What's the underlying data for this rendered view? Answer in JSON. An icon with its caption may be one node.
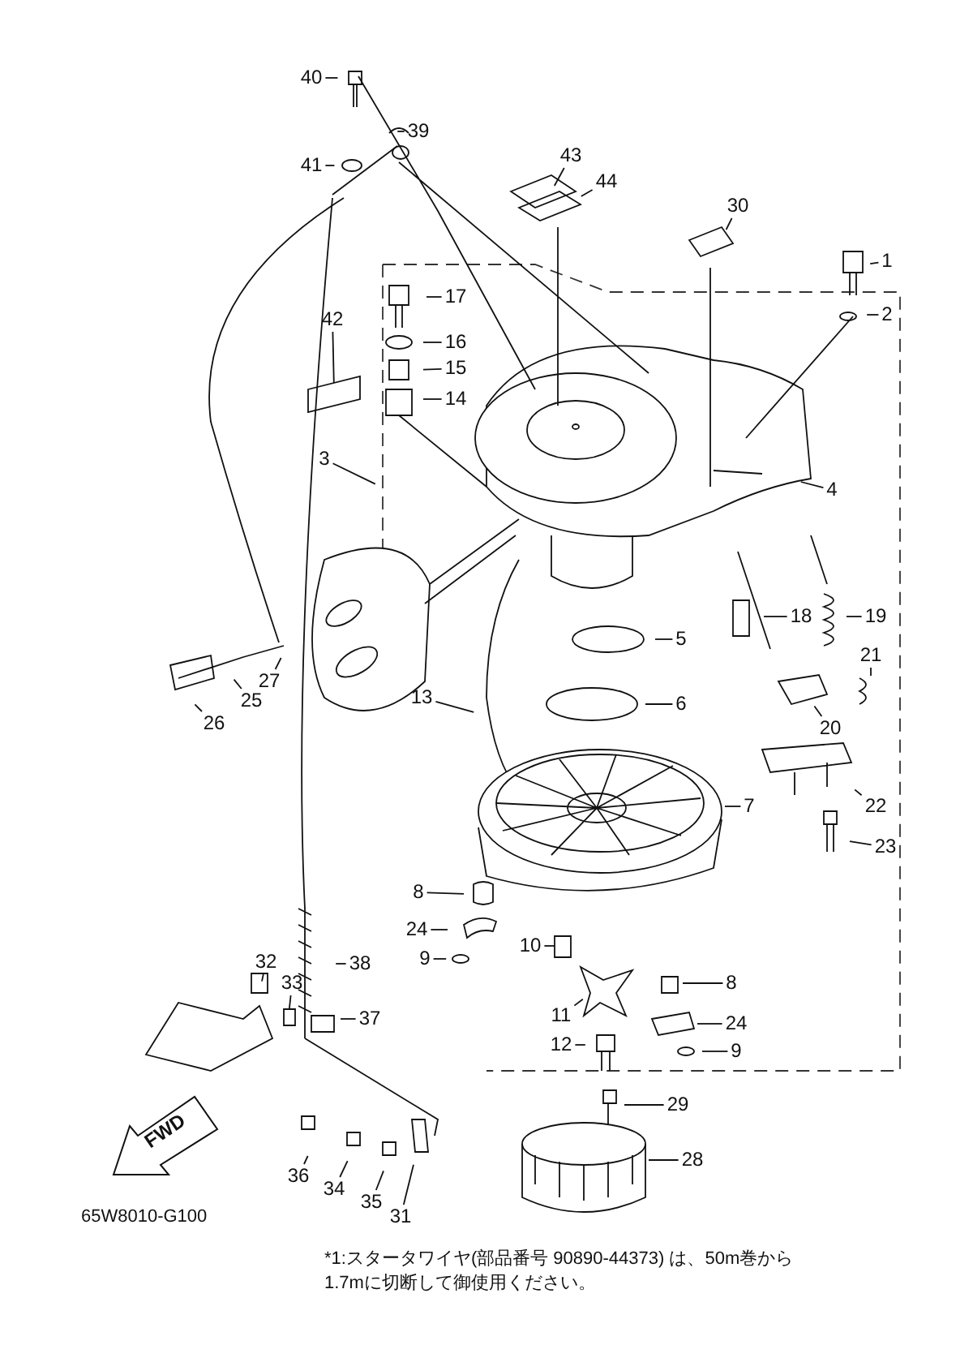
{
  "diagram": {
    "nodes": [
      {
        "text": [
          "40"
        ]
      },
      {
        "text": [
          "39"
        ]
      },
      {
        "text": [
          "41"
        ]
      },
      {
        "text": [
          "43"
        ]
      },
      {
        "text": [
          "44"
        ]
      },
      {
        "text": [
          "30"
        ]
      },
      {
        "text": [
          "1"
        ]
      },
      {
        "text": [
          "2"
        ]
      },
      {
        "text": [
          "17"
        ]
      },
      {
        "text": [
          "16"
        ]
      },
      {
        "text": [
          "15"
        ]
      },
      {
        "text": [
          "14"
        ]
      },
      {
        "text": [
          "42"
        ]
      },
      {
        "text": [
          "3"
        ]
      },
      {
        "text": [
          "4"
        ]
      },
      {
        "text": [
          "5"
        ]
      },
      {
        "text": [
          "18"
        ]
      },
      {
        "text": [
          "19"
        ]
      },
      {
        "text": [
          "21"
        ]
      },
      {
        "text": [
          "20"
        ]
      },
      {
        "text": [
          "13"
        ]
      },
      {
        "text": [
          "6"
        ]
      },
      {
        "text": [
          "7"
        ]
      },
      {
        "text": [
          "22"
        ]
      },
      {
        "text": [
          "23"
        ]
      },
      {
        "text": [
          "26"
        ]
      },
      {
        "text": [
          "25"
        ]
      },
      {
        "text": [
          "27"
        ]
      },
      {
        "text": [
          "8"
        ]
      },
      {
        "text": [
          "24"
        ]
      },
      {
        "text": [
          "10"
        ]
      },
      {
        "text": [
          "9"
        ]
      },
      {
        "text": [
          "8"
        ]
      },
      {
        "text": [
          "11"
        ]
      },
      {
        "text": [
          "24"
        ]
      },
      {
        "text": [
          "12"
        ]
      },
      {
        "text": [
          "9"
        ]
      },
      {
        "text": [
          "32"
        ]
      },
      {
        "text": [
          "33"
        ]
      },
      {
        "text": [
          "38"
        ]
      },
      {
        "text": [
          "37"
        ]
      },
      {
        "text": [
          "29"
        ]
      },
      {
        "text": [
          "28"
        ]
      },
      {
        "text": [
          "36"
        ]
      },
      {
        "text": [
          "34"
        ]
      },
      {
        "text": [
          "35"
        ]
      },
      {
        "text": [
          "31"
        ]
      },
      {
        "text": [
          "FWD"
        ]
      }
    ],
    "edges": [
      {
        "from": 0,
        "to": null,
        "arrow": "none"
      },
      {
        "from": 1,
        "to": null,
        "arrow": "none"
      },
      {
        "from": 2,
        "to": null,
        "arrow": "none"
      },
      {
        "from": 3,
        "to": null,
        "arrow": "none"
      },
      {
        "from": 4,
        "to": null,
        "arrow": "none"
      },
      {
        "from": 5,
        "to": null,
        "arrow": "none"
      },
      {
        "from": 6,
        "to": null,
        "arrow": "none"
      },
      {
        "from": 7,
        "to": null,
        "arrow": "none"
      },
      {
        "from": 8,
        "to": null,
        "arrow": "none"
      },
      {
        "from": 9,
        "to": null,
        "arrow": "none"
      },
      {
        "from": 10,
        "to": null,
        "arrow": "none"
      },
      {
        "from": 11,
        "to": null,
        "arrow": "none"
      },
      {
        "from": 12,
        "to": null,
        "arrow": "none"
      },
      {
        "from": 13,
        "to": null,
        "arrow": "none"
      },
      {
        "from": 14,
        "to": null,
        "arrow": "none"
      },
      {
        "from": 15,
        "to": null,
        "arrow": "none"
      },
      {
        "from": 16,
        "to": null,
        "arrow": "none"
      },
      {
        "from": 17,
        "to": null,
        "arrow": "none"
      },
      {
        "from": 18,
        "to": null,
        "arrow": "none"
      },
      {
        "from": 19,
        "to": null,
        "arrow": "none"
      },
      {
        "from": 20,
        "to": null,
        "arrow": "none"
      },
      {
        "from": 21,
        "to": null,
        "arrow": "none"
      },
      {
        "from": 22,
        "to": null,
        "arrow": "none"
      },
      {
        "from": 23,
        "to": null,
        "arrow": "none"
      },
      {
        "from": 24,
        "to": null,
        "arrow": "none"
      },
      {
        "from": 25,
        "to": null,
        "arrow": "none"
      },
      {
        "from": 26,
        "to": null,
        "arrow": "none"
      },
      {
        "from": 27,
        "to": null,
        "arrow": "none"
      },
      {
        "from": 28,
        "to": null,
        "arrow": "none"
      },
      {
        "from": 29,
        "to": null,
        "arrow": "none"
      },
      {
        "from": 30,
        "to": null,
        "arrow": "none"
      },
      {
        "from": 31,
        "to": null,
        "arrow": "none"
      },
      {
        "from": 32,
        "to": null,
        "arrow": "none"
      },
      {
        "from": 33,
        "to": null,
        "arrow": "none"
      },
      {
        "from": 34,
        "to": null,
        "arrow": "none"
      },
      {
        "from": 35,
        "to": null,
        "arrow": "none"
      },
      {
        "from": 36,
        "to": null,
        "arrow": "none"
      },
      {
        "from": 37,
        "to": null,
        "arrow": "none"
      },
      {
        "from": 38,
        "to": null,
        "arrow": "none"
      },
      {
        "from": 39,
        "to": null,
        "arrow": "none"
      },
      {
        "from": 40,
        "to": null,
        "arrow": "none"
      },
      {
        "from": 41,
        "to": null,
        "arrow": "none"
      },
      {
        "from": 42,
        "to": null,
        "arrow": "none"
      },
      {
        "from": 43,
        "to": null,
        "arrow": "none"
      },
      {
        "from": 44,
        "to": null,
        "arrow": "none"
      },
      {
        "from": 45,
        "to": null,
        "arrow": "none"
      },
      {
        "from": 46,
        "to": null,
        "arrow": "none"
      }
    ],
    "labels": [
      "65W8010-G100",
      "*1:スタータワイヤ(部品番号 90890-44373) は、50m巻から1.7mに切断して御使用ください。"
    ]
  }
}
